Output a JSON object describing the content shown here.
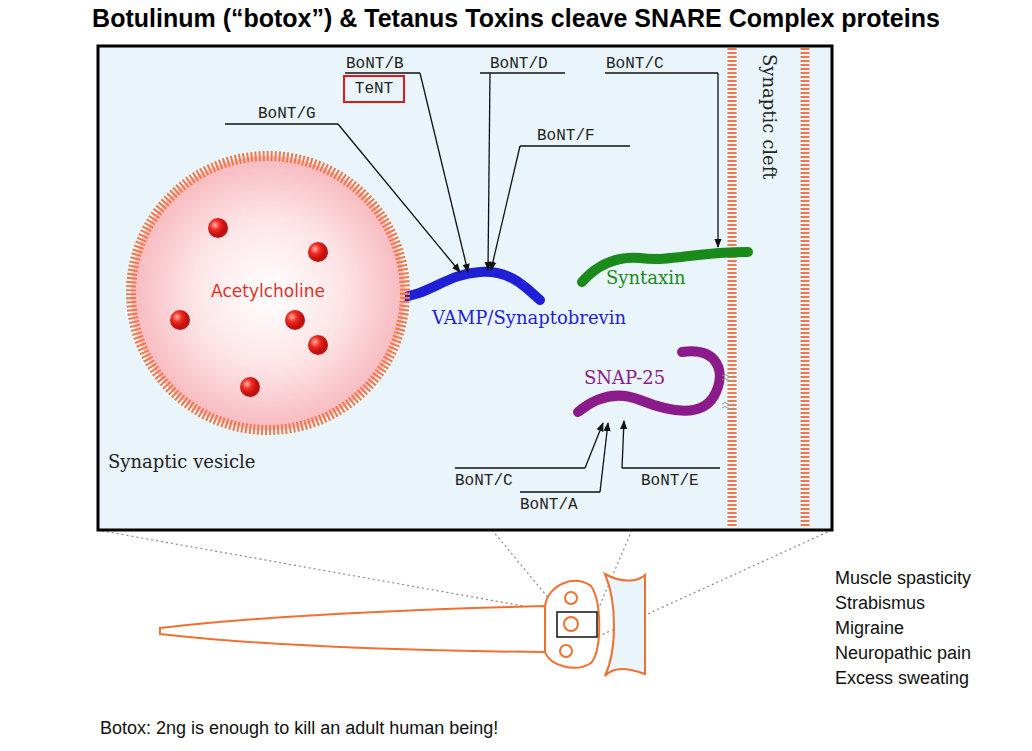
{
  "diagram": {
    "title": "Botulinum (“botox”) & Tetanus Toxins cleave SNARE Complex proteins",
    "nodes": [
      {
        "text": [
          "Acetylcholine"
        ]
      },
      {
        "text": [
          "TeNT"
        ]
      }
    ],
    "labels": [
      "BoNT/G",
      "BoNT/B",
      "BoNT/D",
      "BoNT/F",
      "BoNT/C",
      "VAMP/Synaptobrevin",
      "Syntaxin",
      "SNAP-25",
      "Synaptic cleft",
      "BoNT/C",
      "BoNT/A",
      "BoNT/E",
      "Synaptic vesicle",
      "Muscle spasticity",
      "Strabismus",
      "Migraine",
      "Neuropathic pain",
      "Excess sweating",
      "Botox:  2ng is enough to kill an adult human being!"
    ]
  }
}
